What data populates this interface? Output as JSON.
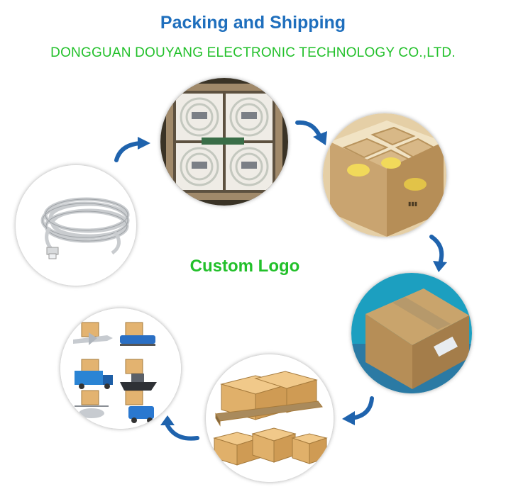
{
  "header": {
    "title": "Packing and Shipping",
    "company": "DONGGUAN DOUYANG  ELECTRONIC TECHNOLOGY CO.,LTD."
  },
  "center": {
    "label": "Custom Logo"
  },
  "colors": {
    "title": "#1f6fbd",
    "company": "#22c02a",
    "custom_logo": "#22c02a",
    "arrow": "#1f63ad"
  },
  "steps": [
    {
      "name": "cable-product",
      "icon": "network-cable-icon"
    },
    {
      "name": "packed-coils",
      "icon": "packed-cable-coils-icon"
    },
    {
      "name": "carton-compartments",
      "icon": "carton-compartments-icon"
    },
    {
      "name": "sealed-carton",
      "icon": "sealed-carton-icon"
    },
    {
      "name": "pallet-cartons",
      "icon": "pallet-cartons-icon"
    },
    {
      "name": "shipping-methods",
      "icon": "shipping-methods-icon"
    }
  ]
}
